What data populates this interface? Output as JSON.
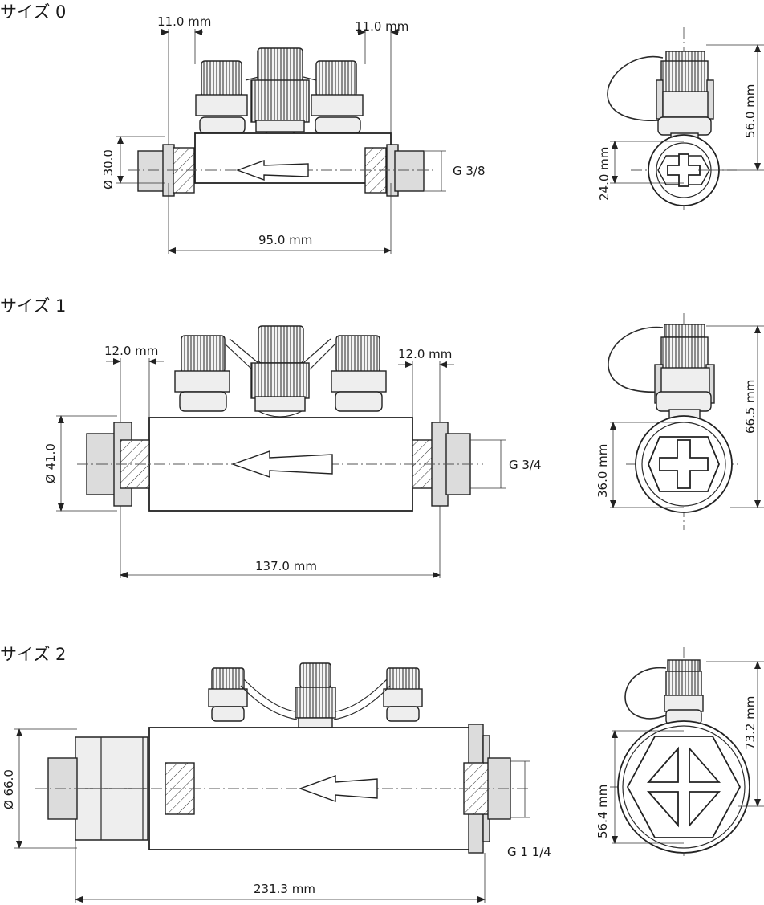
{
  "sizes": [
    {
      "title": "サイズ 0",
      "dim_left": "11.0 mm",
      "dim_right": "11.0 mm",
      "diameter": "Ø 30.0",
      "thread": "G 3/8",
      "length": "95.0 mm",
      "side_height": "56.0 mm",
      "side_diameter": "24.0 mm"
    },
    {
      "title": "サイズ 1",
      "dim_left": "12.0 mm",
      "dim_right": "12.0 mm",
      "diameter": "Ø 41.0",
      "thread": "G 3/4",
      "length": "137.0 mm",
      "side_height": "66.5 mm",
      "side_diameter": "36.0 mm"
    },
    {
      "title": "サイズ 2",
      "diameter": "Ø 66.0",
      "thread": "G 1 1/4",
      "length": "231.3 mm",
      "side_height": "73.2 mm",
      "side_diameter": "56.4 mm"
    }
  ]
}
